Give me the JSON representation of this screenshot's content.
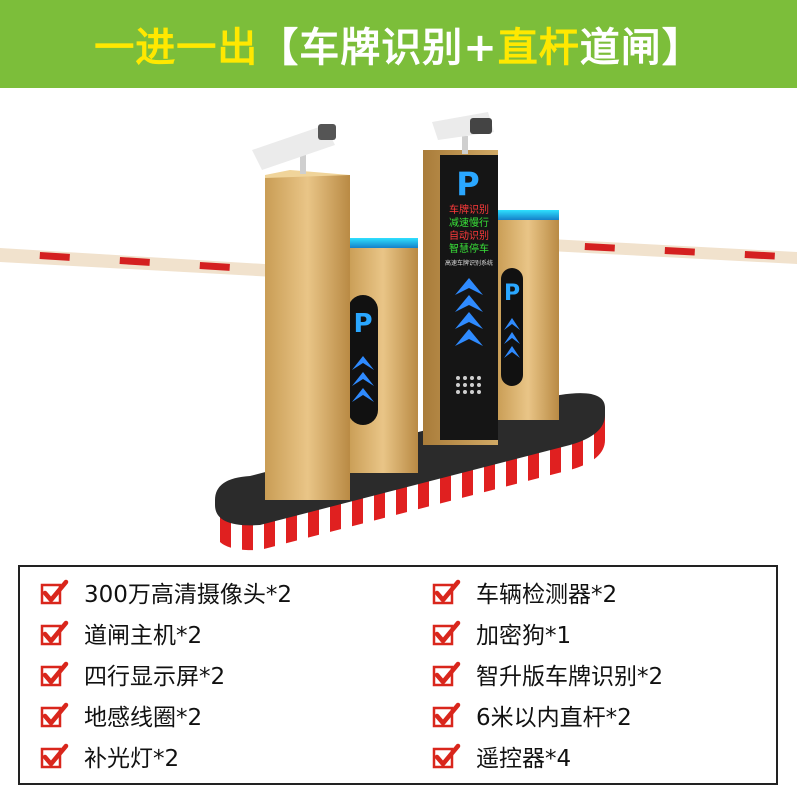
{
  "banner": {
    "part1": "一进一出",
    "part2": "【车牌识别+",
    "part3": "直杆",
    "part4": "道闸】",
    "bg_color": "#7cbe3a",
    "highlight_color": "#ffe800"
  },
  "product": {
    "display_screen": {
      "p_sign": "P",
      "lines": [
        "车牌识别",
        "减速慢行",
        "自动识别",
        "智慧停车"
      ],
      "footer": "高速车牌识别系统"
    },
    "gate_sign_left": "P",
    "gate_sign_right": "P"
  },
  "checklist": {
    "left": [
      {
        "label": "300万高清摄像头*2"
      },
      {
        "label": "道闸主机*2"
      },
      {
        "label": "四行显示屏*2"
      },
      {
        "label": "地感线圈*2"
      },
      {
        "label": "补光灯*2"
      }
    ],
    "right": [
      {
        "label": "车辆检测器*2"
      },
      {
        "label": "加密狗*1"
      },
      {
        "label": "智升版车牌识别*2"
      },
      {
        "label": "6米以内直杆*2"
      },
      {
        "label": "遥控器*4"
      }
    ],
    "check_icon": "red-checkmark-icon",
    "check_color": "#d9261c"
  }
}
